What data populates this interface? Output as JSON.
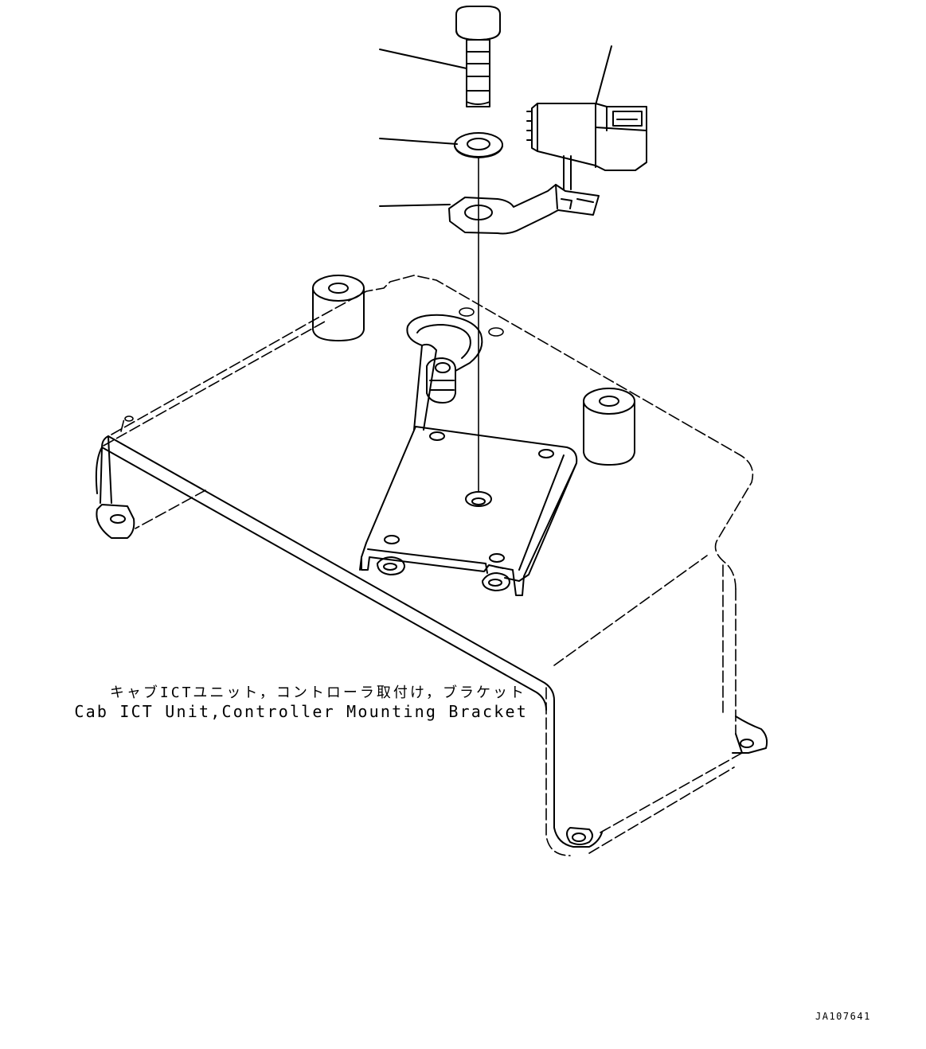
{
  "caption": {
    "japanese": "キャブICTユニット，コントローラ取付け，ブラケット",
    "english": "Cab ICT Unit,Controller Mounting Bracket"
  },
  "figure_id": "JA107641"
}
